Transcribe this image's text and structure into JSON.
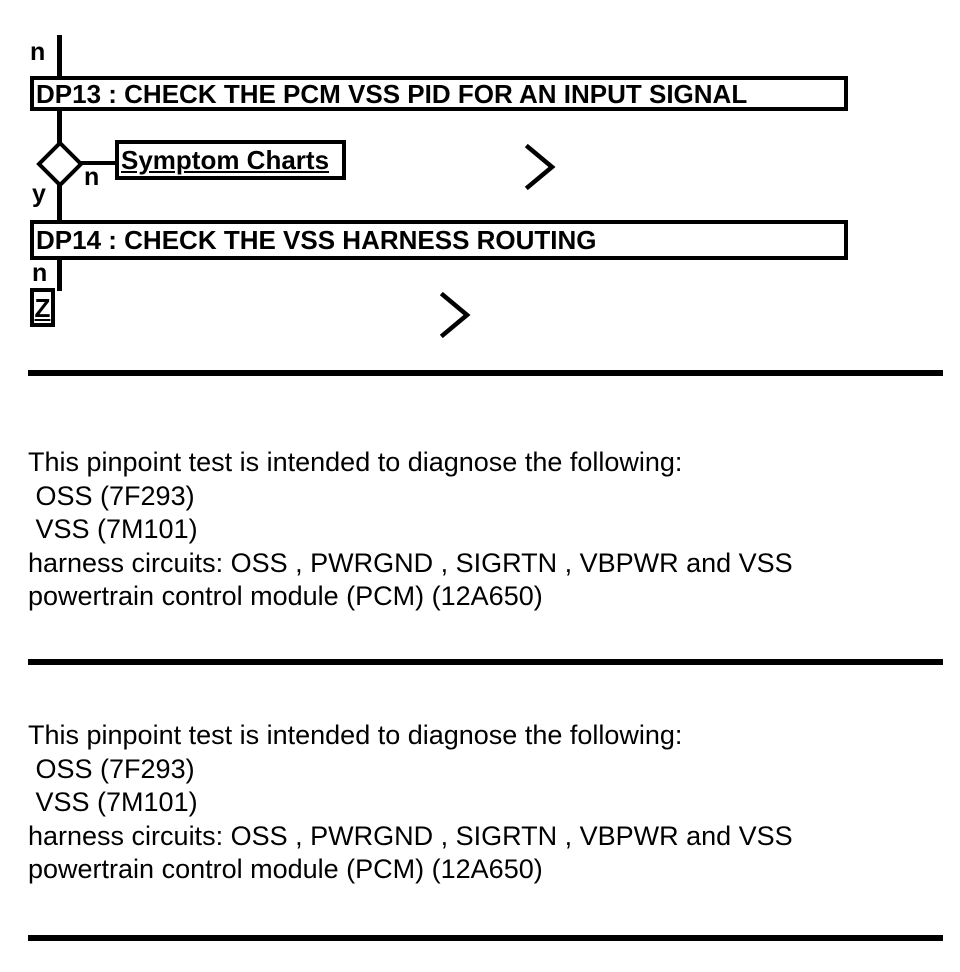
{
  "page": {
    "background_color": "#ffffff",
    "ink_color": "#000000"
  },
  "flowchart": {
    "entry_branch_label": "n",
    "dp13_step_label": "DP13 : CHECK THE PCM VSS PID FOR AN INPUT SIGNAL",
    "decision_yes_label": "y",
    "decision_no_label": "n",
    "symptom_charts_label": "Symptom Charts",
    "dp14_step_label": "DP14 : CHECK THE VSS HARNESS ROUTING",
    "dp14_branch_label": "n",
    "z_connector_label": "Z"
  },
  "sections": [
    {
      "lines": [
        "This pinpoint test is intended to diagnose the following:",
        " OSS (7F293)",
        " VSS (7M101)",
        "harness circuits: OSS , PWRGND , SIGRTN , VBPWR and VSS",
        "powertrain control module (PCM) (12A650)"
      ]
    },
    {
      "lines": [
        "This pinpoint test is intended to diagnose the following:",
        " OSS (7F293)",
        " VSS (7M101)",
        "harness circuits: OSS , PWRGND , SIGRTN , VBPWR and VSS",
        "powertrain control module (PCM) (12A650)"
      ]
    }
  ]
}
